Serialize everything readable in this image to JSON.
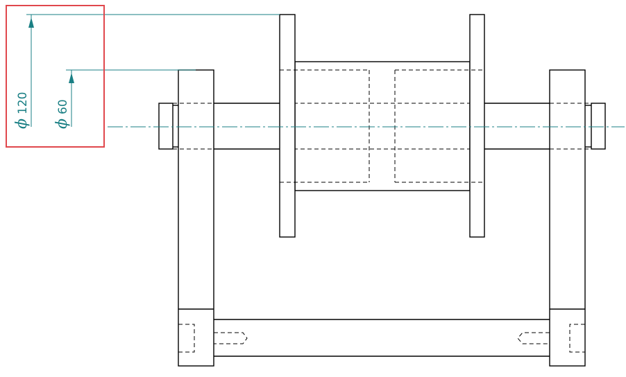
{
  "dimensions": {
    "outer": {
      "symbol": "ϕ",
      "value": "120"
    },
    "inner": {
      "symbol": "ϕ",
      "value": "60"
    }
  },
  "colors": {
    "line": "#000000",
    "dimension": "#1a7f84",
    "highlight": "#e0474c"
  }
}
